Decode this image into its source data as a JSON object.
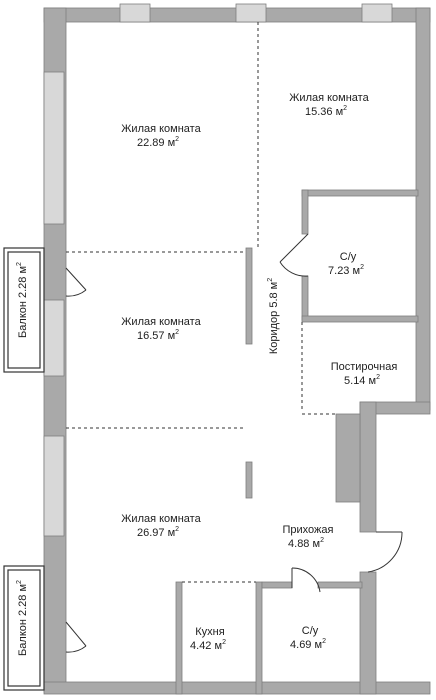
{
  "rooms": {
    "living_1": {
      "name": "Жилая комната",
      "area": "22.89"
    },
    "living_2": {
      "name": "Жилая комната",
      "area": "15.36"
    },
    "living_3": {
      "name": "Жилая комната",
      "area": "16.57"
    },
    "living_4": {
      "name": "Жилая комната",
      "area": "26.97"
    },
    "bathroom_1": {
      "name": "С/у",
      "area": "7.23"
    },
    "bathroom_2": {
      "name": "С/у",
      "area": "4.69"
    },
    "laundry": {
      "name": "Постирочная",
      "area": "5.14"
    },
    "hallway": {
      "name": "Прихожая",
      "area": "4.88"
    },
    "kitchen": {
      "name": "Кухня",
      "area": "4.42"
    }
  },
  "corridor": {
    "label": "Коридор 5.8"
  },
  "balconies": {
    "top": {
      "label": "Балкон 2.28"
    },
    "bottom": {
      "label": "Балкон 2.28"
    }
  },
  "area_unit": "м",
  "area_unit_power": "2",
  "colors": {
    "wall": "#a9a9a9",
    "wall_stroke": "#7e7e7e",
    "line": "#333333",
    "window": "#d8d8d8",
    "background": "#ffffff"
  }
}
